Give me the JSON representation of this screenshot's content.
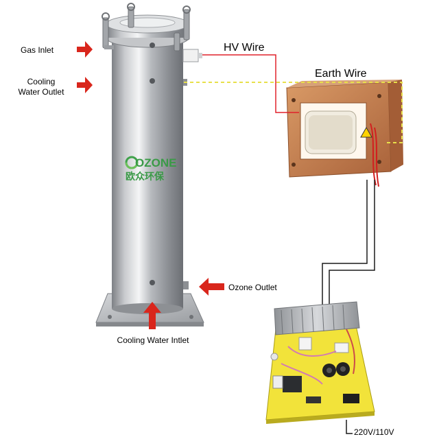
{
  "labels": {
    "gas_inlet": "Gas Inlet",
    "cooling_water_outlet_line1": "Cooling",
    "cooling_water_outlet_line2": "Water Outlet",
    "hv_wire": "HV Wire",
    "earth_wire": "Earth Wire",
    "ozone_outlet": "Ozone Outlet",
    "cooling_water_inlet": "Cooling Water Intlet",
    "power_input": "220V/110V"
  },
  "logo": {
    "brand": "OZONE",
    "chinese": "欧众环保"
  },
  "colors": {
    "arrow": "#d9261c",
    "hv_wire": "#e0202a",
    "earth_wire": "#e8e04a",
    "steel_dark": "#8c8f93",
    "steel_light": "#e9eaec",
    "copper": "#c8824f",
    "pcb": "#f2e33a",
    "heatsink": "#b9bcc0"
  }
}
